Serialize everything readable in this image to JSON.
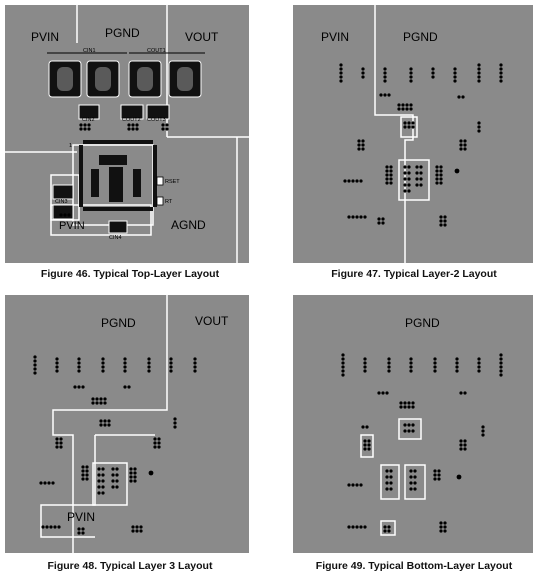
{
  "figures": [
    {
      "caption": "Figure 46. Typical Top-Layer Layout",
      "labels": {
        "pvin_top": "PVIN",
        "pgnd": "PGND",
        "vout": "VOUT",
        "agnd": "AGND",
        "pvin_bottom": "PVIN",
        "cin1": "CIN1",
        "cout1": "COUT1",
        "cin2": "CIN2",
        "cout2": "COUT2",
        "cout3": "COUT3",
        "cin3": "CIN3",
        "cin4": "CIN4",
        "rset": "RSET",
        "rt": "RT",
        "pin1": "1"
      }
    },
    {
      "caption": "Figure 47. Typical Layer-2 Layout",
      "labels": {
        "pvin": "PVIN",
        "pgnd": "PGND"
      }
    },
    {
      "caption": "Figure 48. Typical Layer 3 Layout",
      "labels": {
        "pgnd": "PGND",
        "vout": "VOUT",
        "pvin": "PVIN"
      }
    },
    {
      "caption": "Figure 49. Typical Bottom-Layer Layout",
      "labels": {
        "pgnd": "PGND"
      }
    }
  ],
  "colors": {
    "board": "#8a8a8a",
    "trace": "#ffffff",
    "via": "#000000",
    "background": "#ffffff"
  }
}
